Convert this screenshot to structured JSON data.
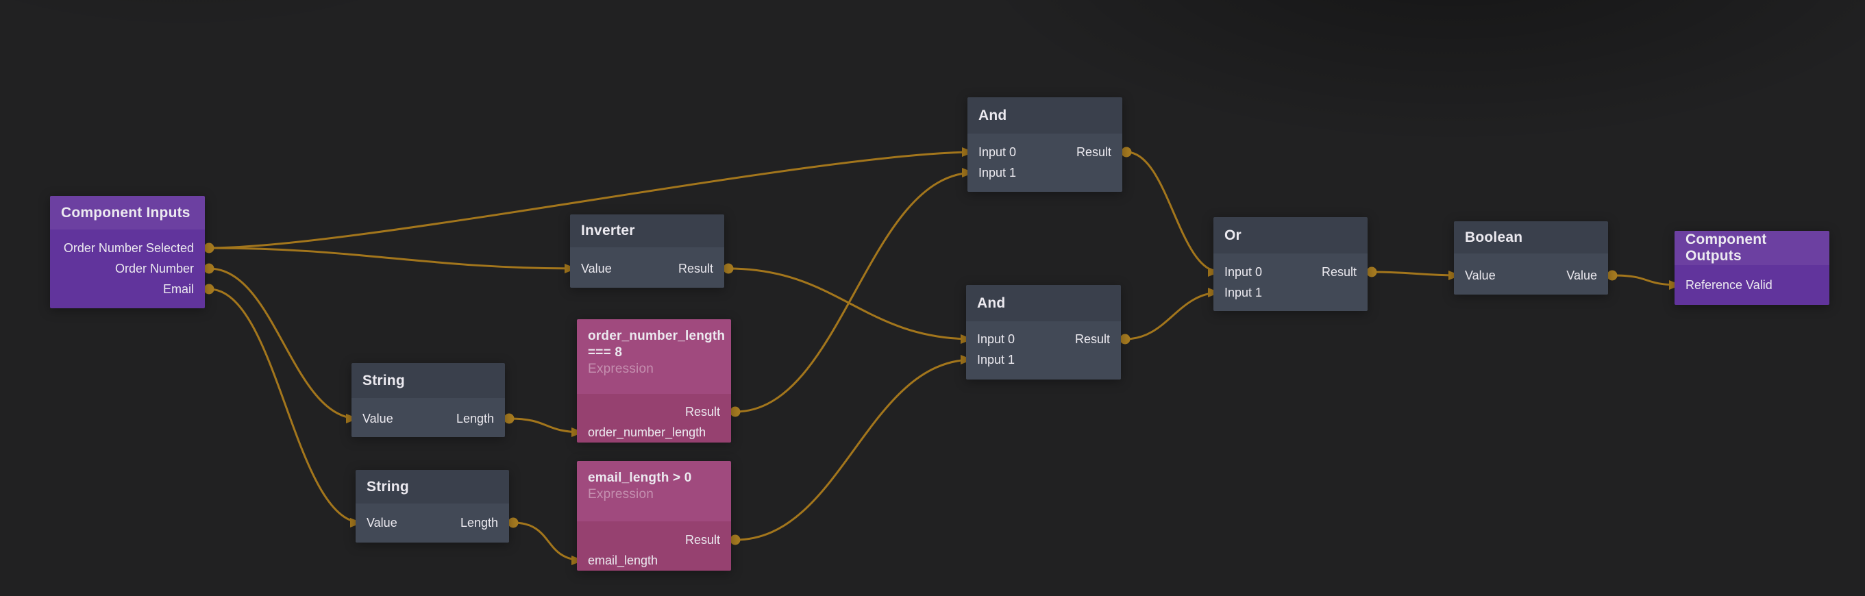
{
  "theme": {
    "background": "#212122",
    "wire": "#a3761c",
    "port": "#a97d21",
    "node_dark_header": "#3a404c",
    "node_dark_body": "#424956",
    "node_purple_header": "#6c40a1",
    "node_purple_body": "#61349c",
    "node_pink_header": "#a04a7e",
    "node_pink_body": "#964170",
    "text": "#eceaf0",
    "text_dim": "rgba(255,255,255,0.38)"
  },
  "nodes": {
    "component_inputs": {
      "title": "Component Inputs",
      "ports": {
        "order_number_selected": "Order Number Selected",
        "order_number": "Order Number",
        "email": "Email"
      }
    },
    "inverter": {
      "title": "Inverter",
      "ports": {
        "value": "Value",
        "result": "Result"
      }
    },
    "and_top": {
      "title": "And",
      "ports": {
        "input_0": "Input 0",
        "input_1": "Input 1",
        "result": "Result"
      }
    },
    "and_bottom": {
      "title": "And",
      "ports": {
        "input_0": "Input 0",
        "input_1": "Input 1",
        "result": "Result"
      }
    },
    "or_node": {
      "title": "Or",
      "ports": {
        "input_0": "Input 0",
        "input_1": "Input 1",
        "result": "Result"
      }
    },
    "boolean_node": {
      "title": "Boolean",
      "ports": {
        "value_in": "Value",
        "value_out": "Value"
      }
    },
    "component_outputs": {
      "title": "Component Outputs",
      "ports": {
        "reference_valid": "Reference Valid"
      }
    },
    "string_top": {
      "title": "String",
      "ports": {
        "value": "Value",
        "length": "Length"
      }
    },
    "string_bottom": {
      "title": "String",
      "ports": {
        "value": "Value",
        "length": "Length"
      }
    },
    "expr_order": {
      "title": "order_number_length === 8",
      "subtitle": "Expression",
      "ports": {
        "result": "Result",
        "order_number_length": "order_number_length"
      }
    },
    "expr_email": {
      "title": "email_length > 0",
      "subtitle": "Expression",
      "ports": {
        "result": "Result",
        "email_length": "email_length"
      }
    }
  },
  "connections": [
    {
      "from": "component_inputs.order_number_selected",
      "to": "and_top.input_0"
    },
    {
      "from": "component_inputs.order_number_selected",
      "to": "inverter.value"
    },
    {
      "from": "component_inputs.order_number",
      "to": "string_top.value"
    },
    {
      "from": "component_inputs.email",
      "to": "string_bottom.value"
    },
    {
      "from": "string_top.length",
      "to": "expr_order.order_number_length"
    },
    {
      "from": "string_bottom.length",
      "to": "expr_email.email_length"
    },
    {
      "from": "expr_order.result",
      "to": "and_top.input_1"
    },
    {
      "from": "inverter.result",
      "to": "and_bottom.input_0"
    },
    {
      "from": "expr_email.result",
      "to": "and_bottom.input_1"
    },
    {
      "from": "and_top.result",
      "to": "or_node.input_0"
    },
    {
      "from": "and_bottom.result",
      "to": "or_node.input_1"
    },
    {
      "from": "or_node.result",
      "to": "boolean_node.value_in"
    },
    {
      "from": "boolean_node.value_out",
      "to": "component_outputs.reference_valid"
    }
  ]
}
